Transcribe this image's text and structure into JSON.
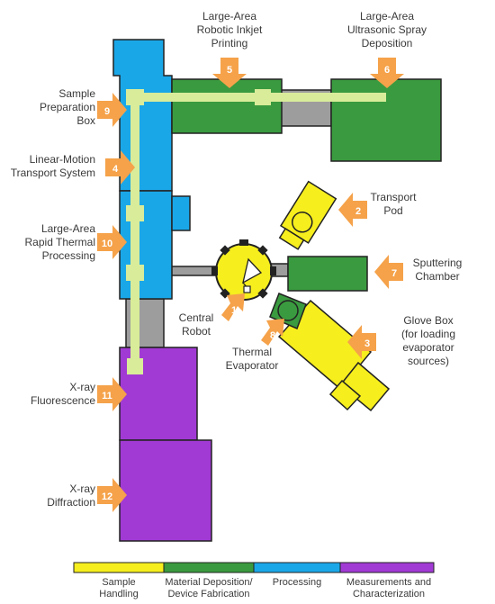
{
  "colors": {
    "blue": "#1aa7e8",
    "green": "#3a9a3f",
    "yellow": "#f6ee1d",
    "purple": "#a13ad4",
    "gray": "#9d9d9d",
    "track": "#d9ec9a",
    "arrow": "#f5a24a",
    "arrow_light": "#fbd6a8",
    "outline": "#222222"
  },
  "labels": {
    "s5": [
      "Large-Area",
      "Robotic Inkjet",
      "Printing"
    ],
    "s6": [
      "Large-Area",
      "Ultrasonic Spray",
      "Deposition"
    ],
    "s9": [
      "Sample",
      "Preparation",
      "Box"
    ],
    "s4": [
      "Linear-Motion",
      "Transport System"
    ],
    "s10": [
      "Large-Area",
      "Rapid Thermal",
      "Processing"
    ],
    "s2": [
      "Transport",
      "Pod"
    ],
    "s7": [
      "Sputtering",
      "Chamber"
    ],
    "s1": [
      "Central",
      "Robot"
    ],
    "s8": [
      "Thermal",
      "Evaporator"
    ],
    "s3": [
      "Glove Box",
      "(for loading",
      "evaporator",
      "sources)"
    ],
    "s11": [
      "X-ray",
      "Fluorescence"
    ],
    "s12": [
      "X-ray",
      "Diffraction"
    ]
  },
  "numbers": {
    "n1": "1",
    "n2": "2",
    "n3": "3",
    "n4": "4",
    "n5": "5",
    "n6": "6",
    "n7": "7",
    "n8": "8",
    "n9": "9",
    "n10": "10",
    "n11": "11",
    "n12": "12"
  },
  "legend": [
    {
      "lines": [
        "Sample",
        "Handling"
      ],
      "color": "#f6ee1d"
    },
    {
      "lines": [
        "Material Deposition/",
        "Device Fabrication"
      ],
      "color": "#3a9a3f"
    },
    {
      "lines": [
        "Processing"
      ],
      "color": "#1aa7e8"
    },
    {
      "lines": [
        "Measurements and",
        "Characterization"
      ],
      "color": "#a13ad4"
    }
  ]
}
